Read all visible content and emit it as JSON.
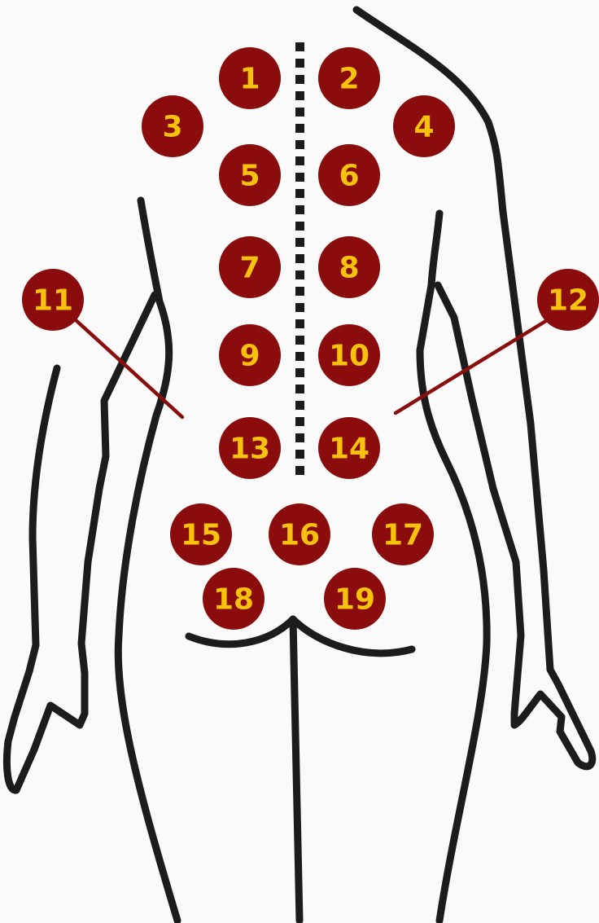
{
  "colors": {
    "background": "#ffffff",
    "outline": "#1c1c1c",
    "point_fill": "#8b0c0c",
    "point_text": "#f6c20d",
    "leader_line": "#8b0e0e"
  },
  "points": [
    {
      "label": "1"
    },
    {
      "label": "2"
    },
    {
      "label": "3"
    },
    {
      "label": "4"
    },
    {
      "label": "5"
    },
    {
      "label": "6"
    },
    {
      "label": "7"
    },
    {
      "label": "8"
    },
    {
      "label": "9"
    },
    {
      "label": "10"
    },
    {
      "label": "11"
    },
    {
      "label": "12"
    },
    {
      "label": "13"
    },
    {
      "label": "14"
    },
    {
      "label": "15"
    },
    {
      "label": "16"
    },
    {
      "label": "17"
    },
    {
      "label": "18"
    },
    {
      "label": "19"
    }
  ]
}
